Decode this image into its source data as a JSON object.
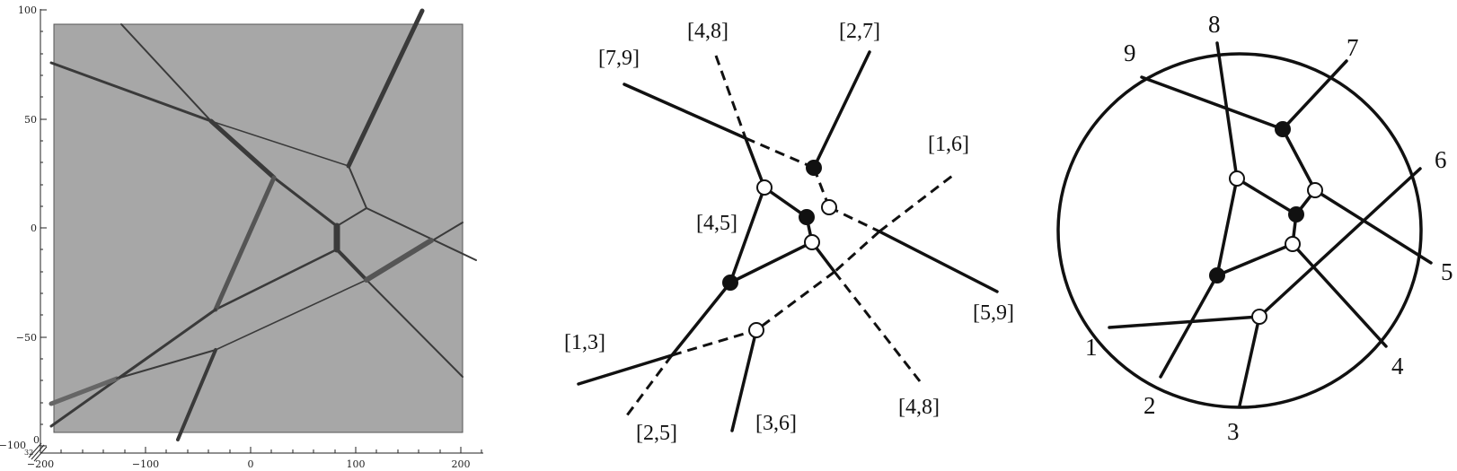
{
  "plot": {
    "x_ticks": [
      "−200",
      "−100",
      "0",
      "100",
      "200"
    ],
    "y_ticks": [
      "100",
      "50",
      "0",
      "−50",
      "−100"
    ],
    "corner_labels": [
      "0",
      "32"
    ],
    "colors": {
      "region": "#a7a7a7",
      "frame": "#555555",
      "ridge": "#3a3a3a"
    }
  },
  "middle": {
    "labels": [
      "[4,8]",
      "[2,7]",
      "[7,9]",
      "[1,6]",
      "[4,5]",
      "[5,9]",
      "[1,3]",
      "[2,5]",
      "[3,6]",
      "[4,8]"
    ]
  },
  "right": {
    "boundary_labels": [
      "1",
      "2",
      "3",
      "4",
      "5",
      "6",
      "7",
      "8",
      "9"
    ]
  }
}
